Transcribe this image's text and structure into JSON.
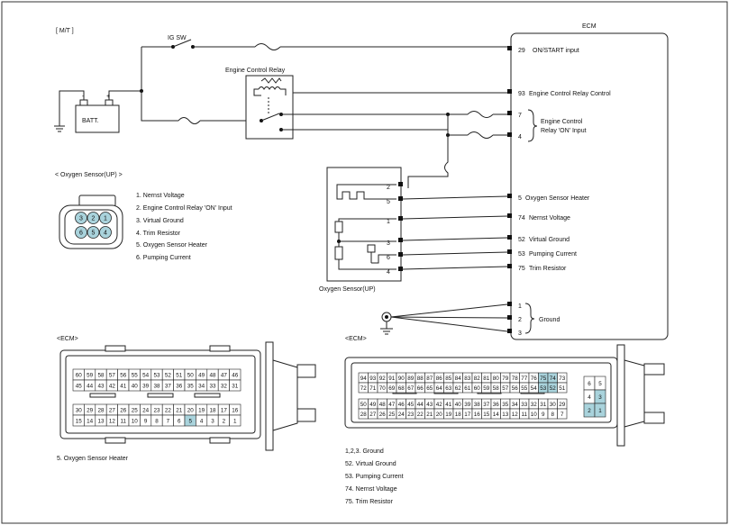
{
  "labels": {
    "mt": "[ M/T ]",
    "ig_sw": "IG SW",
    "batt": "BATT.",
    "batt_minus": "-",
    "batt_plus": "+",
    "ecr": "Engine Control Relay",
    "ecm_title": "ECM",
    "ecm_view_left": "<ECM>",
    "ecm_view_right": "<ECM>",
    "o2_sensor_header": "< Oxygen Sensor(UP)                 >",
    "o2_sensor_caption": "Oxygen Sensor(UP)",
    "ground_label": "Ground",
    "relay_on_line1": "Engine Control",
    "relay_on_line2": "Relay 'ON' Input"
  },
  "ecm_pins": [
    {
      "num": "29",
      "label": "ON/START input"
    },
    {
      "num": "93",
      "label": "Engine Control Relay Control"
    },
    {
      "num": "7",
      "label": ""
    },
    {
      "num": "4",
      "label": ""
    },
    {
      "num": "5",
      "label": "Oxygen Sensor Heater"
    },
    {
      "num": "74",
      "label": "Nernst Voltage"
    },
    {
      "num": "52",
      "label": "Virtual Ground"
    },
    {
      "num": "53",
      "label": "Pumping Current"
    },
    {
      "num": "75",
      "label": "Trim Resistor"
    },
    {
      "num": "1",
      "label": ""
    },
    {
      "num": "2",
      "label": ""
    },
    {
      "num": "3",
      "label": ""
    }
  ],
  "sensor_pins": [
    "2",
    "5",
    "1",
    "3",
    "6",
    "4"
  ],
  "sensor_legend": [
    "1. Nernst Voltage",
    "2. Engine Control Relay 'ON' Input",
    "3. Virtual Ground",
    "4. Trim Resistor",
    "5.   Oxygen Sensor Heater",
    "6. Pumping Current"
  ],
  "sensor_connector": {
    "top": [
      "3",
      "2",
      "1"
    ],
    "bottom": [
      "6",
      "5",
      "4"
    ]
  },
  "left_connector": {
    "rows": [
      [
        "60",
        "59",
        "58",
        "57",
        "56",
        "55",
        "54",
        "53",
        "52",
        "51",
        "50",
        "49",
        "48",
        "47",
        "46"
      ],
      [
        "45",
        "44",
        "43",
        "42",
        "41",
        "40",
        "39",
        "38",
        "37",
        "36",
        "35",
        "34",
        "33",
        "32",
        "31"
      ],
      [
        "30",
        "29",
        "28",
        "27",
        "26",
        "25",
        "24",
        "23",
        "22",
        "21",
        "20",
        "19",
        "18",
        "17",
        "16"
      ],
      [
        "15",
        "14",
        "13",
        "12",
        "11",
        "10",
        "9",
        "8",
        "7",
        "6",
        "5",
        "4",
        "3",
        "2",
        "1"
      ]
    ],
    "highlight": [
      "5"
    ],
    "note": "5. Oxygen Sensor Heater",
    "highlight_color": "#a9d3dc"
  },
  "right_connector": {
    "rows": [
      [
        "94",
        "93",
        "92",
        "91",
        "90",
        "89",
        "88",
        "87",
        "86",
        "85",
        "84",
        "83",
        "82",
        "81",
        "80",
        "79",
        "78",
        "77",
        "76",
        "75",
        "74",
        "73"
      ],
      [
        "72",
        "71",
        "70",
        "69",
        "68",
        "67",
        "66",
        "65",
        "64",
        "63",
        "62",
        "61",
        "60",
        "59",
        "58",
        "57",
        "56",
        "55",
        "54",
        "53",
        "52",
        "51"
      ],
      [
        "50",
        "49",
        "48",
        "47",
        "46",
        "45",
        "44",
        "43",
        "42",
        "41",
        "40",
        "39",
        "38",
        "37",
        "36",
        "35",
        "34",
        "33",
        "32",
        "31",
        "30",
        "29"
      ],
      [
        "28",
        "27",
        "26",
        "25",
        "24",
        "23",
        "22",
        "21",
        "20",
        "19",
        "18",
        "17",
        "16",
        "15",
        "14",
        "13",
        "12",
        "11",
        "10",
        "9",
        "8",
        "7"
      ]
    ],
    "small_block": [
      [
        "6",
        "5"
      ],
      [
        "4",
        "3"
      ],
      [
        "2",
        "1"
      ]
    ],
    "highlight": [
      "75",
      "74",
      "53",
      "52",
      "1",
      "2",
      "3"
    ],
    "notes": [
      "1,2,3. Ground",
      "52. Virtual Ground",
      "53. Pumping Current",
      "74. Nernst Voltage",
      "75. Trim Resistor"
    ],
    "highlight_color": "#a9d3dc"
  }
}
